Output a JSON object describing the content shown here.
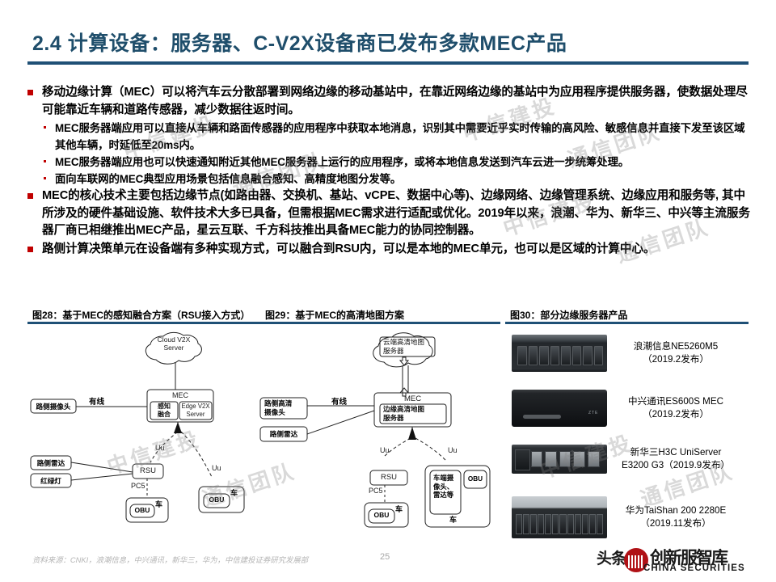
{
  "slide": {
    "title": "2.4 计算设备：服务器、C-V2X设备商已发布多款MEC产品",
    "page_number": "25",
    "accent_color": "#1f5076",
    "bullet_color": "#c00000"
  },
  "bullets": [
    {
      "level": 1,
      "text": "移动边缘计算（MEC）可以将汽车云分散部署到网络边缘的移动基站中，在靠近网络边缘的基站中为应用程序提供服务器，使数据处理尽可能靠近车辆和道路传感器，减少数据往返时间。"
    },
    {
      "level": 2,
      "text": "MEC服务器端应用可以直接从车辆和路面传感器的应用程序中获取本地消息，识别其中需要近乎实时传输的高风险、敏感信息并直接下发至该区域其他车辆，时延低至20ms内。"
    },
    {
      "level": 2,
      "text": "MEC服务器端应用也可以快速通知附近其他MEC服务器上运行的应用程序，或将本地信息发送到汽车云进一步统筹处理。"
    },
    {
      "level": 2,
      "text": "面向车联网的MEC典型应用场景包括信息融合感知、高精度地图分发等。"
    },
    {
      "level": 1,
      "text": "MEC的核心技术主要包括边缘节点(如路由器、交换机、基站、vCPE、数据中心等)、边缘网络、边缘管理系统、边缘应用和服务等, 其中所涉及的硬件基础设施、软件技术大多已具备，但需根据MEC需求进行适配或优化。2019年以来，浪潮、华为、新华三、中兴等主流服务器厂商已相继推出MEC产品，星云互联、千方科技推出具备MEC能力的协同控制器。"
    },
    {
      "level": 1,
      "text": "路侧计算决策单元在设备端有多种实现方式，可以融合到RSU内，可以是本地的MEC单元，也可以是区域的计算中心。"
    }
  ],
  "figures": [
    {
      "id": "fig28",
      "caption": "图28：基于MEC的感知融合方案（RSU接入方式）"
    },
    {
      "id": "fig29",
      "caption": "图29：基于MEC的高清地图方案"
    },
    {
      "id": "fig30",
      "caption": "图30：部分边缘服务器产品"
    }
  ],
  "fig28_labels": {
    "cloud": "Cloud V2X\nServer",
    "cloud_line1": "Cloud V2X",
    "cloud_line2": "Server",
    "mec": "MEC",
    "mec_sub1_line1": "感知",
    "mec_sub1_line2": "融合",
    "mec_sub2_line1": "Edge V2X",
    "mec_sub2_line2": "Server",
    "camera": "路侧摄像头",
    "wired": "有线",
    "radar": "路侧雷达",
    "traffic_light": "红绿灯",
    "rsu": "RSU",
    "uu_left": "Uu",
    "uu_right": "Uu",
    "pc5": "PC5",
    "obu_left": "OBU",
    "vehicle_left": "车",
    "obu_right": "OBU",
    "vehicle_right": "车"
  },
  "fig29_labels": {
    "cloud_line1": "云端高清地图",
    "cloud_line2": "服务器",
    "mec": "MEC",
    "mec_sub_line1": "边缘高清地图",
    "mec_sub_line2": "服务器",
    "camera_line1": "路侧高清",
    "camera_line2": "摄像头",
    "wired": "有线",
    "radar": "路侧雷达",
    "uu_left": "Uu",
    "uu_right": "Uu",
    "rsu": "RSU",
    "pc5": "PC5",
    "obu_left": "OBU",
    "vehicle_left": "车",
    "onboard_line1": "车端摄",
    "onboard_line2": "像头、",
    "onboard_line3": "雷达等",
    "obu_right": "OBU",
    "vehicle_right": "车"
  },
  "products": [
    {
      "name": "浪潮信息NE5260M5",
      "release": "（2019.2发布）",
      "style": "c1"
    },
    {
      "name": "中兴通讯ES600S MEC",
      "release": "（2019.2发布）",
      "style": "c2"
    },
    {
      "name": "新华三H3C UniServer",
      "release": "E3200 G3（2019.9发布）",
      "style": "c3",
      "inline": true
    },
    {
      "name": "华为TaiShan 200 2280E",
      "release": "（2019.11发布）",
      "style": "c4"
    }
  ],
  "footer": {
    "source": "资料来源：CNKI，浪潮信息，中兴通讯，新华三，华为，中信建投证券研究发展部",
    "brand_tt": "头条",
    "brand_zk": "创新服智库",
    "brand_en": "CHINA SECURITIES"
  },
  "watermarks": [
    "中信建投",
    "通信团队",
    "中信建投",
    "通信团队",
    "中信建投",
    "通信团队",
    "中信建投",
    "通信团队",
    "中信建投",
    "通信团队"
  ]
}
